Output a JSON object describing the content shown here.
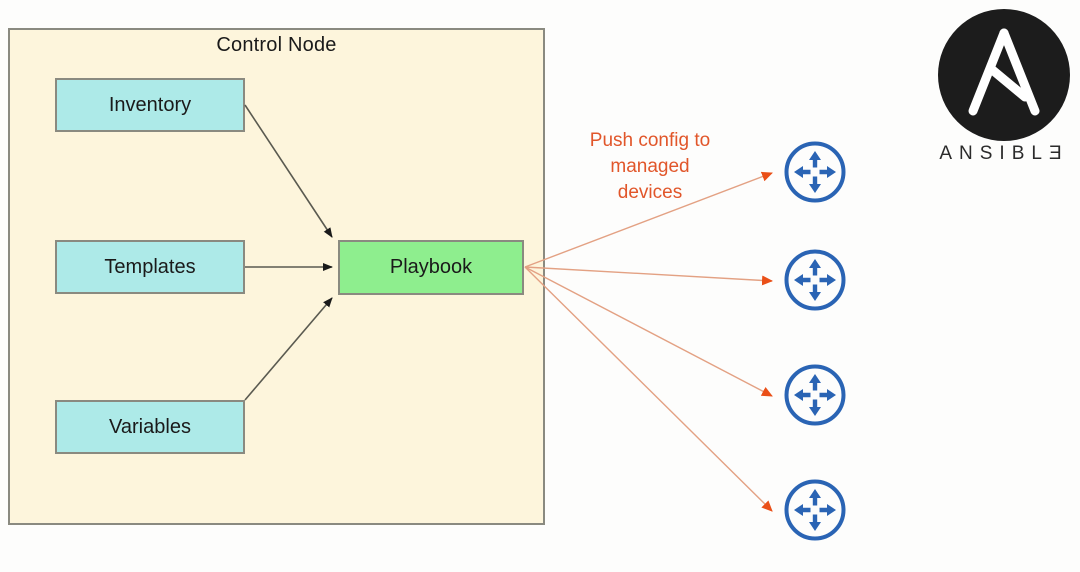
{
  "diagram": {
    "title": "Ansible control node pushing configuration to managed network devices",
    "control_node": {
      "label": "Control Node",
      "background_color": "#fdf5dc",
      "border_color": "#8a8a80",
      "inputs": [
        {
          "label": "Inventory",
          "color": "#adeae8"
        },
        {
          "label": "Templates",
          "color": "#adeae8"
        },
        {
          "label": "Variables",
          "color": "#adeae8"
        }
      ],
      "output": {
        "label": "Playbook",
        "color": "#8eee8e"
      }
    },
    "push_label": {
      "lines": [
        "Push config to",
        "managed",
        "devices"
      ],
      "text": "Push config to managed devices",
      "color": "#e1562a"
    },
    "managed_devices": {
      "count": 4,
      "icon": "router-icon",
      "color": "#2a64b4",
      "items": [
        {
          "name": "managed-device-1"
        },
        {
          "name": "managed-device-2"
        },
        {
          "name": "managed-device-3"
        },
        {
          "name": "managed-device-4"
        }
      ]
    },
    "brand": {
      "wordmark": "ANSIBLƎ",
      "logo_glyph": "ansible-a-logo",
      "logo_background": "#1c1c1c",
      "logo_foreground": "#ffffff"
    },
    "connector_colors": {
      "internal_arrow": "#5a5a50",
      "push_arrow": "#e1562a",
      "push_line": "#e3a183"
    }
  }
}
